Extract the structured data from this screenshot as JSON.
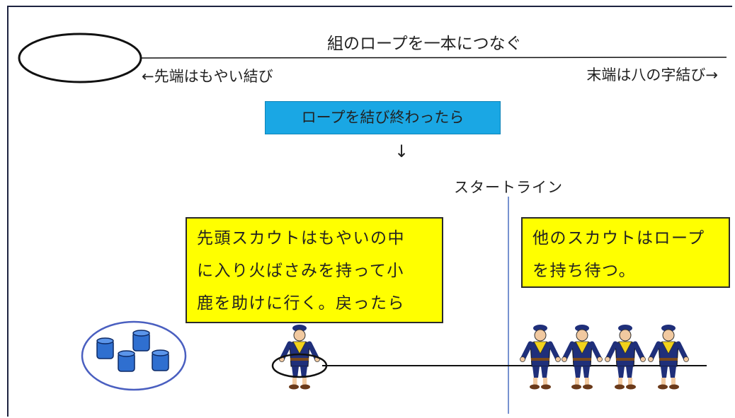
{
  "diagram": {
    "title": "組のロープを一本につなぐ",
    "lead_label": "←先端はもやい結び",
    "tail_label": "末端は八の字結び→",
    "step_box": "ロープを結び終わったら",
    "arrow": "↓",
    "start_line_label": "スタートライン",
    "leader_note": {
      "lines": [
        "先頭スカウトはもやいの中",
        "に入り火ばさみを持って小",
        "鹿を助けに行く。戻ったら"
      ]
    },
    "others_note": {
      "lines": [
        "他のスカウトはロープ",
        "を持ち待つ。"
      ]
    },
    "colors": {
      "step_box": "#1aa7e4",
      "note_box": "#ffff00",
      "scout_uniform": "#1f2f7a",
      "scarf": "#f2d21b",
      "can": "#2f6fd0",
      "ring": "#4a5fc0"
    }
  }
}
